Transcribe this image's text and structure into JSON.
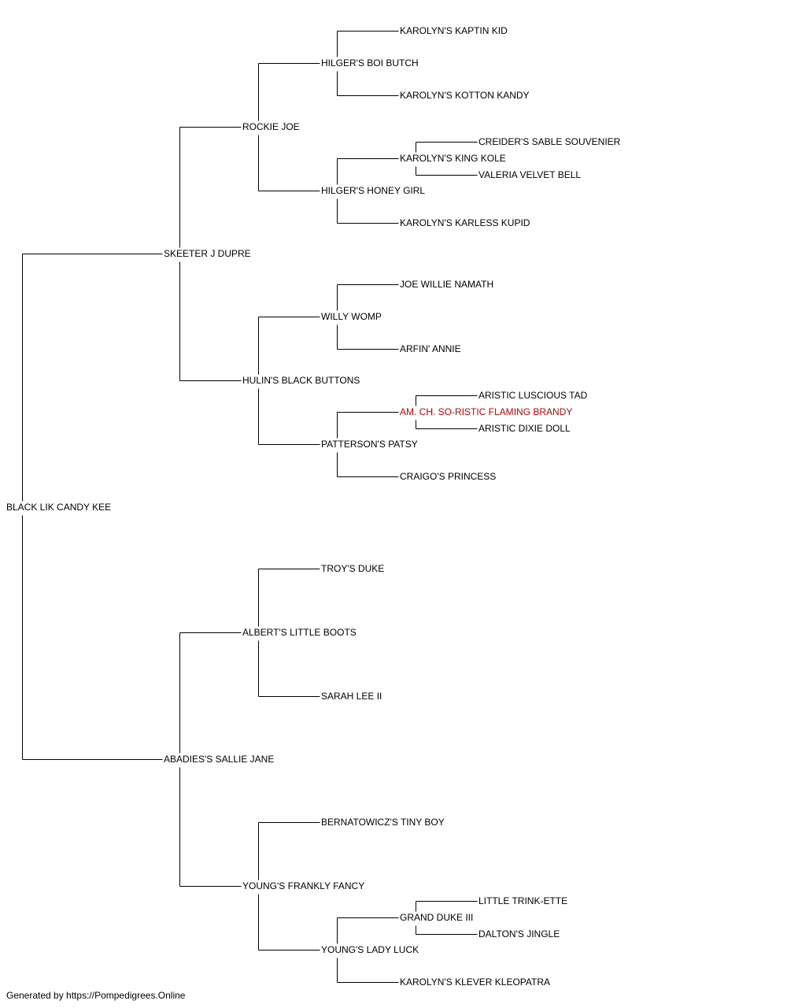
{
  "highlight_color": "#cc0000",
  "pedigree": {
    "name": "BLACK LIK CANDY KEE",
    "sire": {
      "name": "SKEETER J DUPRE",
      "sire": {
        "name": "ROCKIE JOE",
        "sire": {
          "name": "HILGER'S BOI BUTCH",
          "sire": {
            "name": "KAROLYN'S KAPTIN KID"
          },
          "dam": {
            "name": "KAROLYN'S KOTTON KANDY"
          }
        },
        "dam": {
          "name": "HILGER'S HONEY GIRL",
          "sire": {
            "name": "KAROLYN'S KING KOLE",
            "sire": {
              "name": "CREIDER'S SABLE SOUVENIER"
            },
            "dam": {
              "name": "VALERIA VELVET BELL"
            }
          },
          "dam": {
            "name": "KAROLYN'S KARLESS KUPID"
          }
        }
      },
      "dam": {
        "name": "HULIN'S BLACK BUTTONS",
        "sire": {
          "name": "WILLY WOMP",
          "sire": {
            "name": "JOE WILLIE NAMATH"
          },
          "dam": {
            "name": "ARFIN' ANNIE"
          }
        },
        "dam": {
          "name": "PATTERSON'S PATSY",
          "sire": {
            "name": "AM. CH. SO-RISTIC FLAMING BRANDY",
            "highlight": true,
            "sire": {
              "name": "ARISTIC LUSCIOUS TAD"
            },
            "dam": {
              "name": "ARISTIC DIXIE DOLL"
            }
          },
          "dam": {
            "name": "CRAIGO'S PRINCESS"
          }
        }
      }
    },
    "dam": {
      "name": "ABADIES'S SALLIE JANE",
      "sire": {
        "name": "ALBERT'S LITTLE BOOTS",
        "sire": {
          "name": "TROY'S DUKE"
        },
        "dam": {
          "name": "SARAH LEE II"
        }
      },
      "dam": {
        "name": "YOUNG'S FRANKLY FANCY",
        "sire": {
          "name": "BERNATOWICZ'S TINY BOY"
        },
        "dam": {
          "name": "YOUNG'S LADY LUCK",
          "sire": {
            "name": "GRAND DUKE III",
            "sire": {
              "name": "LITTLE TRINK-ETTE"
            },
            "dam": {
              "name": "DALTON'S JINGLE"
            }
          },
          "dam": {
            "name": "KAROLYN'S KLEVER KLEOPATRA"
          }
        }
      }
    }
  },
  "footer": {
    "text": "Generated by https://Pompedigrees.Online"
  }
}
